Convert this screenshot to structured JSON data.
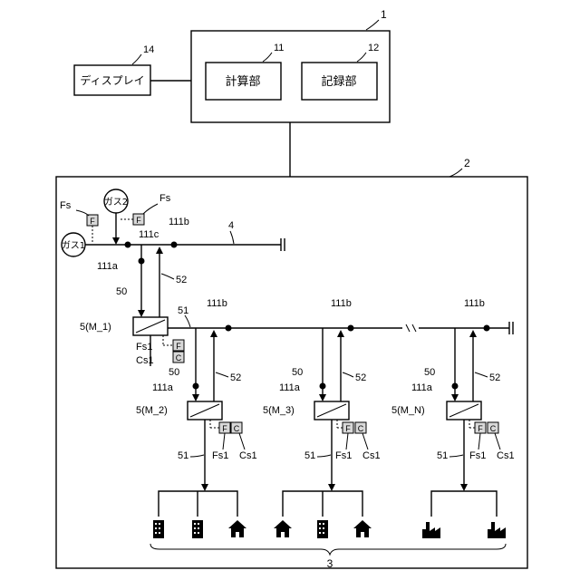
{
  "server": {
    "ref": "1",
    "calc_label": "計算部",
    "calc_ref": "11",
    "record_label": "記録部",
    "record_ref": "12"
  },
  "display": {
    "label": "ディスプレイ",
    "ref": "14"
  },
  "system": {
    "ref": "2"
  },
  "gas_sources": [
    {
      "label": "ガス1"
    },
    {
      "label": "ガス2"
    }
  ],
  "sensor_labels": {
    "fs": "Fs",
    "fs1": "Fs1",
    "cs1": "Cs1",
    "f": "F",
    "c": "C"
  },
  "line_refs": {
    "main": "4",
    "flow_down": "50",
    "flow_up": "52",
    "flow_out": "51"
  },
  "point_refs": {
    "a": "111a",
    "b": "111b",
    "c": "111c"
  },
  "stations": [
    {
      "label": "5(M_1)"
    },
    {
      "label": "5(M_2)"
    },
    {
      "label": "5(M_3)"
    },
    {
      "label": "5(M_N)"
    }
  ],
  "consumers": {
    "ref": "3"
  },
  "colors": {
    "line": "#000000",
    "tag_fill": "#d8d8d8"
  }
}
